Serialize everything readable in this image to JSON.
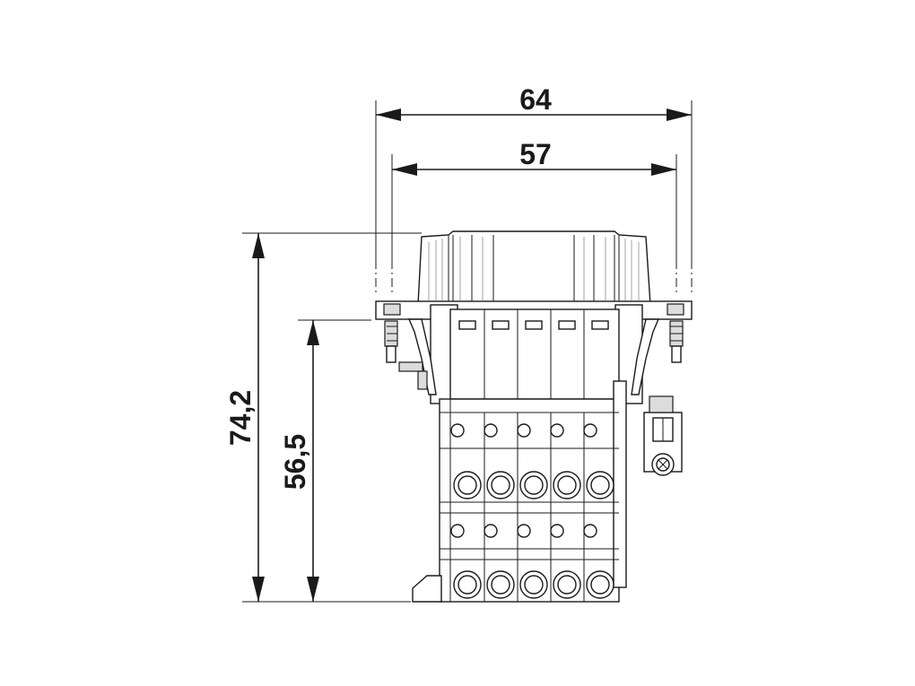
{
  "dimensions": {
    "overall_width": "64",
    "inner_width": "57",
    "overall_height": "74,2",
    "body_height": "56,5"
  },
  "colors": {
    "line": "#1a1a1a",
    "fill_grey": "#dcdcdc",
    "background": "#ffffff"
  }
}
